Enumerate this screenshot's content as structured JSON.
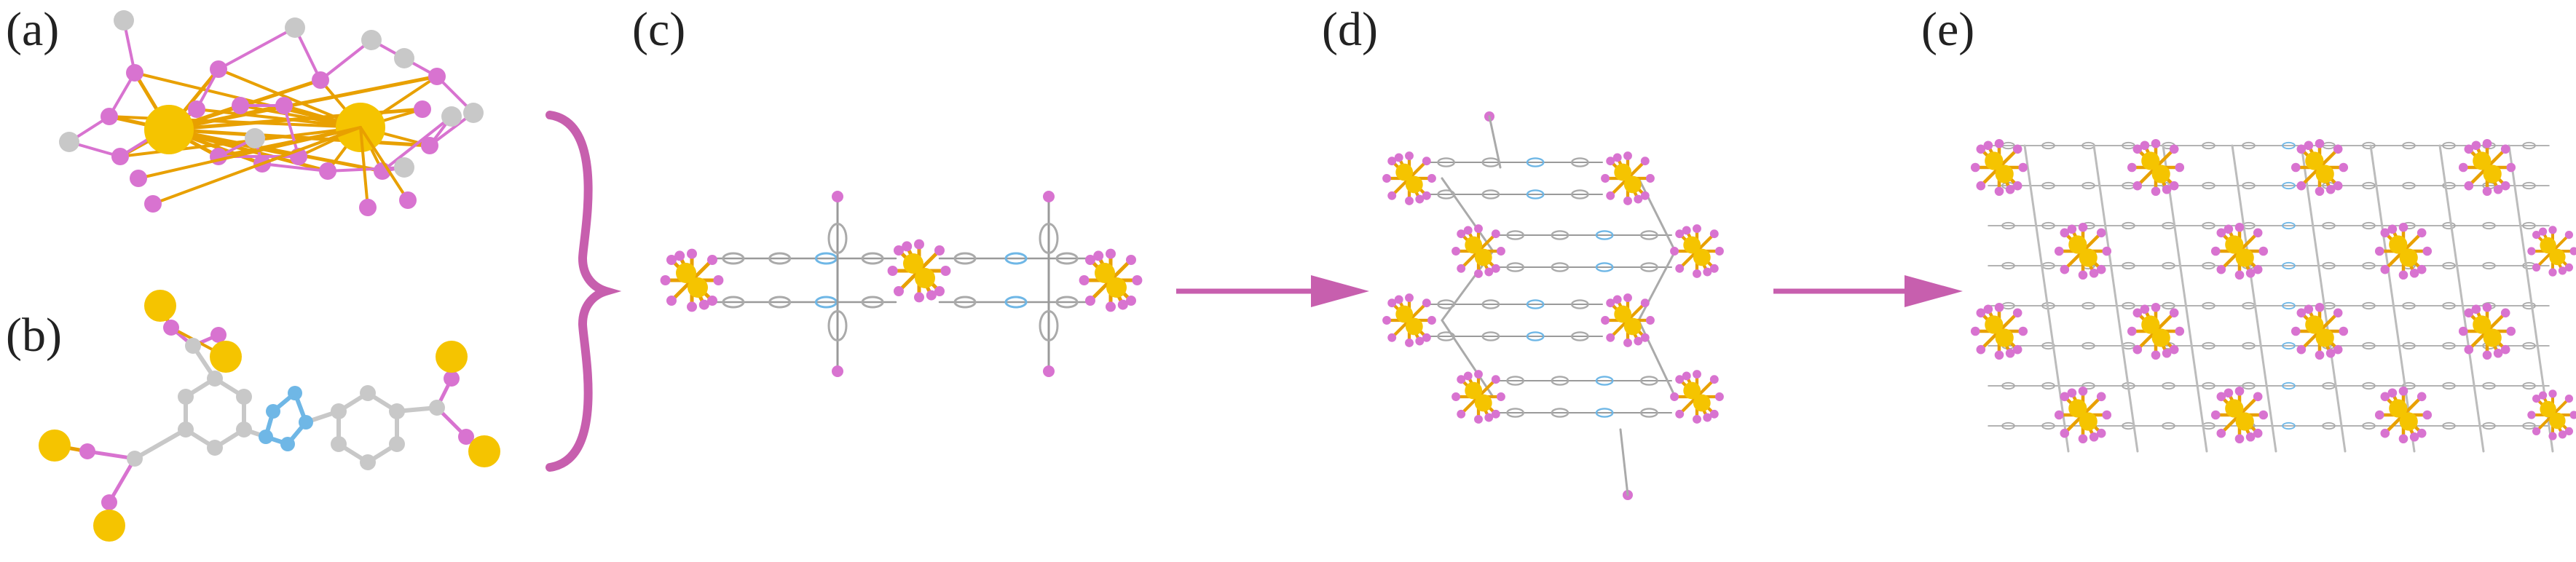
{
  "panels": {
    "a": {
      "label": "(a)"
    },
    "b": {
      "label": "(b)"
    },
    "c": {
      "label": "(c)"
    },
    "d": {
      "label": "(d)"
    },
    "e": {
      "label": "(e)"
    }
  },
  "colors": {
    "metal": "#f5c400",
    "metal_dark": "#e0a800",
    "oxygen": "#d873d0",
    "carbon": "#c8c8c8",
    "nitrogen": "#6fb7e6",
    "bond_metal": "#e8a000",
    "arrow": "#c75fae",
    "brace": "#c75fae"
  },
  "icons": {
    "brace": "curly-brace-right",
    "arrow": "arrow-right"
  }
}
